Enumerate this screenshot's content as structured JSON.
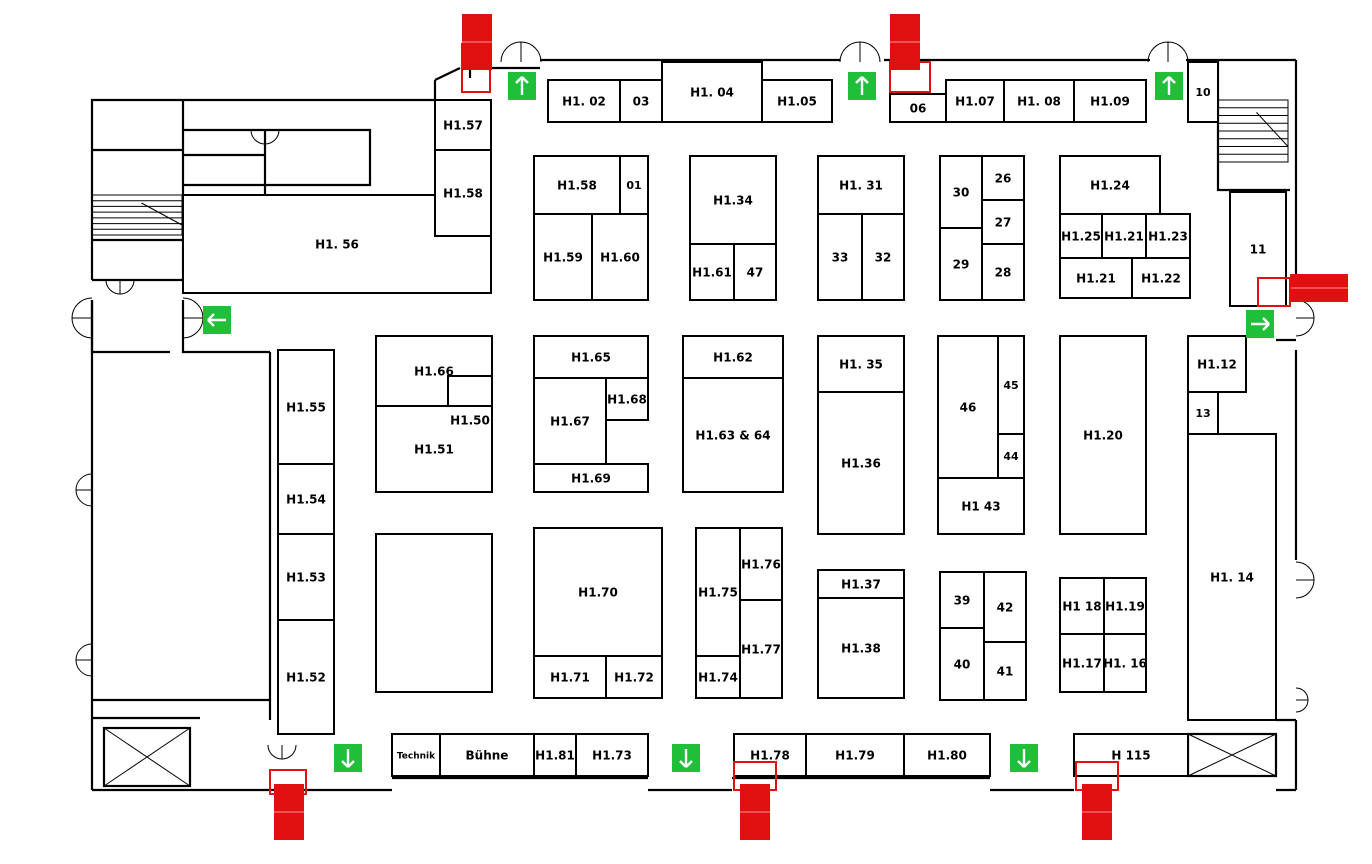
{
  "booths": [
    {
      "id": "H1.02",
      "label": "H1. 02"
    },
    {
      "id": "H1.03",
      "label": "03"
    },
    {
      "id": "H1.04",
      "label": "H1. 04"
    },
    {
      "id": "H1.05",
      "label": "H1.05"
    },
    {
      "id": "H1.06",
      "label": "06"
    },
    {
      "id": "H1.07",
      "label": "H1.07"
    },
    {
      "id": "H1.08",
      "label": "H1. 08"
    },
    {
      "id": "H1.09",
      "label": "H1.09"
    },
    {
      "id": "H1.10",
      "label": "10"
    },
    {
      "id": "H1.11",
      "label": "11"
    },
    {
      "id": "H1.12",
      "label": "H1.12"
    },
    {
      "id": "H1.13",
      "label": "13"
    },
    {
      "id": "H1.14",
      "label": "H1. 14"
    },
    {
      "id": "H1.115",
      "label": "H 115"
    },
    {
      "id": "H1.80",
      "label": "H1.80"
    },
    {
      "id": "H1.79",
      "label": "H1.79"
    },
    {
      "id": "H1.78",
      "label": "H1.78"
    },
    {
      "id": "H1.73",
      "label": "H1.73"
    },
    {
      "id": "H1.81",
      "label": "H1.81"
    },
    {
      "id": "buehne",
      "label": "Bühne"
    },
    {
      "id": "technik",
      "label": "Technik"
    },
    {
      "id": "H1.52",
      "label": "H1.52"
    },
    {
      "id": "H1.53",
      "label": "H1.53"
    },
    {
      "id": "H1.54",
      "label": "H1.54"
    },
    {
      "id": "H1.55",
      "label": "H1.55"
    },
    {
      "id": "H1.56",
      "label": "H1. 56"
    },
    {
      "id": "H1.57",
      "label": "H1.57"
    },
    {
      "id": "H1.58a",
      "label": "H1.58"
    },
    {
      "id": "H1.58b",
      "label": "H1.58"
    },
    {
      "id": "H1.01",
      "label": "01"
    },
    {
      "id": "H1.59",
      "label": "H1.59"
    },
    {
      "id": "H1.60",
      "label": "H1.60"
    },
    {
      "id": "H1.34",
      "label": "H1.34"
    },
    {
      "id": "H1.61",
      "label": "H1.61"
    },
    {
      "id": "H1.47",
      "label": "47"
    },
    {
      "id": "H1.31",
      "label": "H1. 31"
    },
    {
      "id": "H1.33",
      "label": "33"
    },
    {
      "id": "H1.32",
      "label": "32"
    },
    {
      "id": "H1.30",
      "label": "30"
    },
    {
      "id": "H1.26",
      "label": "26"
    },
    {
      "id": "H1.27",
      "label": "27"
    },
    {
      "id": "H1.29",
      "label": "29"
    },
    {
      "id": "H1.28",
      "label": "28"
    },
    {
      "id": "H1.24",
      "label": "H1.24"
    },
    {
      "id": "H1.25",
      "label": "H1.25"
    },
    {
      "id": "H1.21a",
      "label": "H1.21"
    },
    {
      "id": "H1.23",
      "label": "H1.23"
    },
    {
      "id": "H1.21b",
      "label": "H1.21"
    },
    {
      "id": "H1.22",
      "label": "H1.22"
    },
    {
      "id": "H1.66",
      "label": "H1.66"
    },
    {
      "id": "H1.50",
      "label": "H1.50"
    },
    {
      "id": "H1.51",
      "label": "H1.51"
    },
    {
      "id": "H1.65",
      "label": "H1.65"
    },
    {
      "id": "H1.68",
      "label": "H1.68"
    },
    {
      "id": "H1.67",
      "label": "H1.67"
    },
    {
      "id": "H1.69",
      "label": "H1.69"
    },
    {
      "id": "H1.62",
      "label": "H1.62"
    },
    {
      "id": "H1.63-64",
      "label": "H1.63 & 64"
    },
    {
      "id": "H1.35",
      "label": "H1. 35"
    },
    {
      "id": "H1.36",
      "label": "H1.36"
    },
    {
      "id": "H1.46",
      "label": "46"
    },
    {
      "id": "H1.45",
      "label": "45"
    },
    {
      "id": "H1.44",
      "label": "44"
    },
    {
      "id": "H1.43",
      "label": "H1 43"
    },
    {
      "id": "H1.20",
      "label": "H1.20"
    },
    {
      "id": "H1.70",
      "label": "H1.70"
    },
    {
      "id": "H1.71",
      "label": "H1.71"
    },
    {
      "id": "H1.72",
      "label": "H1.72"
    },
    {
      "id": "H1.75",
      "label": "H1.75"
    },
    {
      "id": "H1.76",
      "label": "H1.76"
    },
    {
      "id": "H1.77",
      "label": "H1.77"
    },
    {
      "id": "H1.74",
      "label": "H1.74"
    },
    {
      "id": "H1.37",
      "label": "H1.37"
    },
    {
      "id": "H1.38",
      "label": "H1.38"
    },
    {
      "id": "H1.39",
      "label": "39"
    },
    {
      "id": "H1.42",
      "label": "42"
    },
    {
      "id": "H1.40",
      "label": "40"
    },
    {
      "id": "H1.41",
      "label": "41"
    },
    {
      "id": "H1.18",
      "label": "H1 18"
    },
    {
      "id": "H1.19",
      "label": "H1.19"
    },
    {
      "id": "H1.17",
      "label": "H1.17"
    },
    {
      "id": "H1.16",
      "label": "H1. 16"
    },
    {
      "id": "unlabeled-block",
      "label": ""
    }
  ],
  "exit_signs": [
    {
      "id": "north-1",
      "direction": "up"
    },
    {
      "id": "north-2",
      "direction": "up"
    },
    {
      "id": "north-3",
      "direction": "up"
    },
    {
      "id": "west",
      "direction": "left"
    },
    {
      "id": "east",
      "direction": "right"
    },
    {
      "id": "south-1",
      "direction": "down"
    },
    {
      "id": "south-2",
      "direction": "down"
    },
    {
      "id": "south-3",
      "direction": "down"
    },
    {
      "id": "south-4",
      "direction": "down"
    }
  ],
  "colors": {
    "wall": "#000000",
    "exit_sign": "#1fbf3a",
    "emergency_marker": "#e01010"
  },
  "icons": {
    "exit_sign": "exit-arrow-icon",
    "emergency_marker": "emergency-exit-marker-icon",
    "stairs": "staircase-icon",
    "door": "door-swing-icon"
  }
}
